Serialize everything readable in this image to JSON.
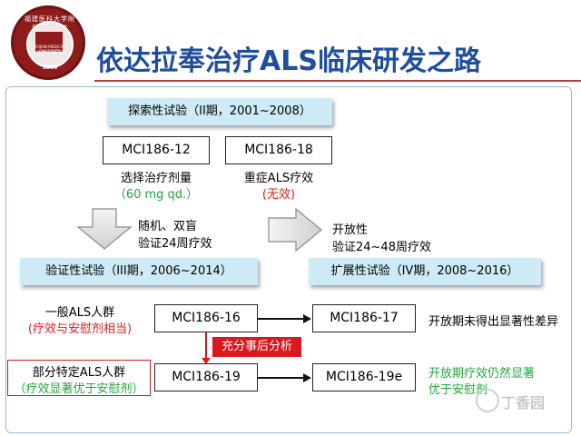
{
  "header": {
    "logo": {
      "ring_text": "福建医科大学附属协和医院",
      "line1": "FUJIAN MEDICAL UNIVERSITY",
      "line2": "UNION HOSPITAL",
      "year": "1860"
    },
    "title": "依达拉奉治疗ALS临床研发之路"
  },
  "phase2": {
    "label": "探索性试验（II期，2001~2008）",
    "trial_a": {
      "id": "MCI186-12",
      "desc": "选择治疗剂量",
      "note": "（60 mg qd.）"
    },
    "trial_b": {
      "id": "MCI186-18",
      "desc": "重症ALS疗效",
      "note": "(无效)"
    }
  },
  "transition_left": {
    "line1": "随机、双盲",
    "line2": "验证24周疗效"
  },
  "transition_right": {
    "line1": "开放性",
    "line2": "验证24~48周疗效"
  },
  "phase3": {
    "label": "验证性试验（III期，2006~2014）"
  },
  "phase4": {
    "label": "扩展性试验（IV期，2008~2016）"
  },
  "general_group": {
    "label": "一般ALS人群",
    "note": "(疗效与安慰剂相当)",
    "trial": "MCI186-16",
    "extension": "MCI186-17",
    "result": "开放期未得出显著性差异"
  },
  "analysis_label": "充分事后分析",
  "specific_group": {
    "label": "部分特定ALS人群",
    "note": "（疗效显著优于安慰剂）",
    "trial": "MCI186-19",
    "extension": "MCI186-19e",
    "result_line1": "开放期疗效仍然显著",
    "result_line2": "优于安慰剂"
  },
  "watermark": "丁香园",
  "colors": {
    "title_blue": "#1f4e9c",
    "phase_bg": "#cdeaf6",
    "green": "#22a53a",
    "red": "#e31b1b",
    "logo_red": "#8e1c1c"
  }
}
